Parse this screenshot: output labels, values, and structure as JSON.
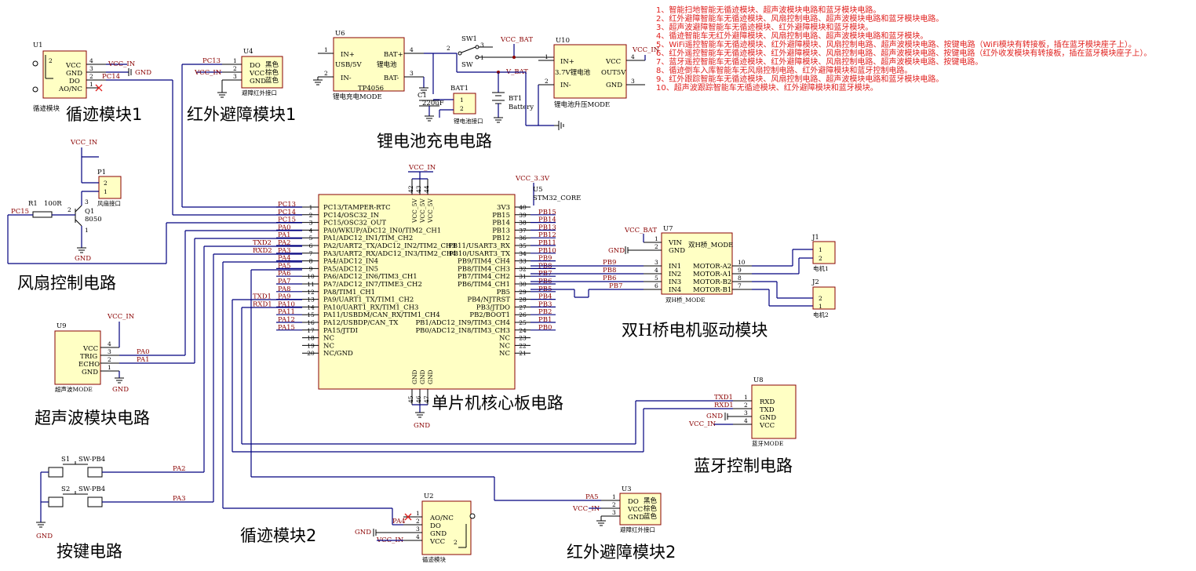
{
  "notes": [
    "1、智能扫地智能无循迹模块、超声波模块电路和蓝牙模块电路。",
    "2、红外避障智能车无循迹模块、风扇控制电路、超声波模块电路和蓝牙模块电路。",
    "3、超声波避障智能车无循迹模块、红外避障模块和蓝牙模块。",
    "4、循迹智能车无红外避障模块、风扇控制电路、超声波模块电路和蓝牙模块。",
    "5、WiFi遥控智能车无循迹模块、红外避障模块、风扇控制电路、超声波模块电路、按键电路（WiFi模块有转接板，插在蓝牙模块座子上）。",
    "6、红外遥控智能车无循迹模块、红外避障模块、风扇控制电路、超声波模块电路、按键电路（红外收发模块有转接板，插在蓝牙模块座子上）。",
    "7、蓝牙遥控智能车无循迹模块、红外避障模块、风扇控制电路、超声波模块电路、按键电路。",
    "8、循迹倒车入库智能车无风扇控制电路、红外避障模块和蓝牙控制电路。",
    "9、红外跟踪智能车无循迹模块、风扇控制电路、超声波模块电路和蓝牙模块电路。",
    "10、超声波跟踪智能车无循迹模块、红外避障模块和蓝牙模块。"
  ],
  "sections": {
    "track1": "循迹模块1",
    "ir1": "红外避障模块1",
    "charge": "锂电池充电电路",
    "fan": "风扇控制电路",
    "ultra": "超声波模块电路",
    "mcu": "单片机核心板电路",
    "hbridge_pre": "双",
    "hbridge_h": "H",
    "hbridge_post": "桥电机驱动模块",
    "bt": "蓝牙控制电路",
    "keys": "按键电路",
    "track2": "循迹模块2",
    "ir2": "红外避障模块2"
  },
  "u1": {
    "ref": "U1",
    "desc": "循迹模块",
    "pins": [
      "VCC",
      "GND",
      "DO",
      "AO/NC"
    ],
    "nums": [
      "4",
      "3",
      "2",
      "1"
    ],
    "inner_pin": "2",
    "nets": {
      "vcc": "VCC_IN",
      "gnd": "GND",
      "do": "PC14"
    }
  },
  "u4": {
    "ref": "U4",
    "desc": "避障红外接口",
    "pins": [
      "DO",
      "VCC",
      "GND"
    ],
    "colors": [
      "黑色",
      "棕色",
      "蓝色"
    ],
    "nums": [
      "1",
      "2",
      "3"
    ],
    "nets": {
      "do": "PC13",
      "vcc": "VCC_IN"
    }
  },
  "u6": {
    "ref": "U6",
    "desc": "锂电充电MODE",
    "chip": "TP4056",
    "left": [
      "IN+",
      "USB/5V",
      "IN-"
    ],
    "right": [
      "BAT+",
      "锂电池",
      "BAT-"
    ],
    "nums": [
      "1",
      "2",
      "4",
      "3"
    ]
  },
  "sw1": {
    "ref": "SW1",
    "label": "SW",
    "nums": [
      "3",
      "2",
      "1"
    ],
    "net": "VCC_BAT"
  },
  "c1": {
    "ref": "C1",
    "value": "220uF"
  },
  "bat1": {
    "ref": "BAT1",
    "desc": "锂电池接口",
    "nums": [
      "1",
      "2"
    ]
  },
  "bt1": {
    "ref": "BT1",
    "desc": "Battery",
    "net": "V_BAT"
  },
  "u10": {
    "ref": "U10",
    "desc": "锂电池升压MODE",
    "left": [
      "IN+",
      "3.7V锂电池",
      "IN-"
    ],
    "right": [
      "VCC",
      "OUT5V",
      "GND"
    ],
    "nums": [
      "1",
      "2",
      "4",
      "3"
    ],
    "net": "VCC_IN"
  },
  "fan": {
    "p1_ref": "P1",
    "p1_desc": "风扇接口",
    "p1_nums": [
      "2",
      "1"
    ],
    "r1_ref": "R1",
    "r1_val": "100R",
    "q1_ref": "Q1",
    "q1_part": "8050",
    "q1_nums": [
      "3",
      "2",
      "1"
    ],
    "vcc": "VCC_IN",
    "gnd": "GND",
    "net": "PC15"
  },
  "u5": {
    "ref": "U5",
    "part": "STM32_CORE",
    "vcc_net": "VCC_IN",
    "vcc33": "VCC_3.3V",
    "top_pins": [
      "VCC_5V",
      "VCC_5V",
      "VCC_5V"
    ],
    "top_nums": [
      "42",
      "43",
      "44"
    ],
    "bot_pins": [
      "GND",
      "GND",
      "GND"
    ],
    "bot_nums": [
      "45",
      "46",
      "47"
    ],
    "gnd": "GND",
    "left": [
      {
        "n": "1",
        "t": "PC13/TAMPER-RTC",
        "net": "PC13"
      },
      {
        "n": "2",
        "t": "PC14/OSC32_IN",
        "net": "PC14"
      },
      {
        "n": "3",
        "t": "PC15/OSC32_OUT",
        "net": "PC15"
      },
      {
        "n": "4",
        "t": "PA0/WKUP/ADC12_IN0/TIM2_CH1",
        "net": "PA0"
      },
      {
        "n": "5",
        "t": "PA1/ADC12_IN1/TIM_CH2",
        "net": "PA1"
      },
      {
        "n": "6",
        "t": "PA2/UART2_TX/ADC12_IN2/TIM2_CH3",
        "net": "PA2",
        "alt": "TXD2"
      },
      {
        "n": "7",
        "t": "PA3/UART2_RX/ADC12_IN3/TIM2_CH4",
        "net": "PA3",
        "alt": "RXD2"
      },
      {
        "n": "8",
        "t": "PA4/ADC12_IN4",
        "net": "PA4"
      },
      {
        "n": "9",
        "t": "PA5/ADC12_IN5",
        "net": "PA5"
      },
      {
        "n": "10",
        "t": "PA6/ADC12_IN6/TIM3_CH1",
        "net": "PA6"
      },
      {
        "n": "11",
        "t": "PA7/ADC12_IN7/TIME3_CH2",
        "net": "PA7"
      },
      {
        "n": "12",
        "t": "PA8/TIM1_CH1",
        "net": "PA8"
      },
      {
        "n": "13",
        "t": "PA9/UART1_TX/TIM1_CH2",
        "net": "PA9",
        "alt": "TXD1"
      },
      {
        "n": "14",
        "t": "PA10/UART1_RX/TIM1_CH3",
        "net": "PA10",
        "alt": "RXD1"
      },
      {
        "n": "15",
        "t": "PA11/USBDM/CAN_RX/TIM1_CH4",
        "net": "PA11"
      },
      {
        "n": "16",
        "t": "PA12/USBDP/CAN_TX",
        "net": "PA12"
      },
      {
        "n": "17",
        "t": "PA15/JTDI",
        "net": "PA15"
      },
      {
        "n": "18",
        "t": "NC",
        "net": ""
      },
      {
        "n": "19",
        "t": "NC",
        "net": ""
      },
      {
        "n": "20",
        "t": "NC/GND",
        "net": ""
      }
    ],
    "right": [
      {
        "n": "40",
        "t": "3V3",
        "net": ""
      },
      {
        "n": "39",
        "t": "PB15",
        "net": "PB15"
      },
      {
        "n": "38",
        "t": "PB14",
        "net": "PB14"
      },
      {
        "n": "37",
        "t": "PB13",
        "net": "PB13"
      },
      {
        "n": "36",
        "t": "PB12",
        "net": "PB12"
      },
      {
        "n": "35",
        "t": "PB11/USART3_RX",
        "net": "PB11"
      },
      {
        "n": "34",
        "t": "PB10/USART3_TX",
        "net": "PB10"
      },
      {
        "n": "33",
        "t": "PB9/TIM4_CH4",
        "net": "PB9"
      },
      {
        "n": "32",
        "t": "PB8/TIM4_CH3",
        "net": "PB8"
      },
      {
        "n": "31",
        "t": "PB7/TIM4_CH2",
        "net": "PB7"
      },
      {
        "n": "30",
        "t": "PB6/TIM4_CH1",
        "net": "PB6"
      },
      {
        "n": "29",
        "t": "PB5",
        "net": "PB5"
      },
      {
        "n": "28",
        "t": "PB4/NJTRST",
        "net": "PB4"
      },
      {
        "n": "27",
        "t": "PB3/JTDO",
        "net": "PB3"
      },
      {
        "n": "26",
        "t": "PB2/BOOT1",
        "net": "PB2"
      },
      {
        "n": "25",
        "t": "PB1/ADC12_IN9/TIM3_CH4",
        "net": "PB1"
      },
      {
        "n": "24",
        "t": "PB0/ADC12_IN8/TIM3_CH3",
        "net": "PB0"
      },
      {
        "n": "23",
        "t": "NC",
        "net": ""
      },
      {
        "n": "22",
        "t": "NC",
        "net": ""
      },
      {
        "n": "21",
        "t": "NC",
        "net": ""
      }
    ]
  },
  "u7": {
    "ref": "U7",
    "desc": "双H桥_MODE",
    "title": "双H桥_MODE",
    "left": [
      "VIN",
      "GND",
      "IN1",
      "IN2",
      "IN3",
      "IN4"
    ],
    "lnums": [
      "1",
      "2",
      "3",
      "4",
      "5",
      "6"
    ],
    "right": [
      "MOTOR-A2",
      "MOTOR-A1",
      "MOTOR-B2",
      "MOTOR-B1"
    ],
    "rnums": [
      "10",
      "9",
      "8",
      "7"
    ],
    "nets": [
      "VCC_BAT",
      "GND",
      "PB9",
      "PB8",
      "PB6",
      "PB7"
    ]
  },
  "j1": {
    "ref": "J1",
    "desc": "电机1",
    "nums": [
      "1",
      "2"
    ]
  },
  "j2": {
    "ref": "J2",
    "desc": "电机2",
    "nums": [
      "2",
      "1"
    ]
  },
  "u9": {
    "ref": "U9",
    "desc": "超声波MODE",
    "pins": [
      "VCC",
      "TRIG",
      "ECHO",
      "GND"
    ],
    "nums": [
      "4",
      "3",
      "2",
      "1"
    ],
    "vcc": "VCC_IN",
    "gnd": "GND",
    "nets": [
      "PA0",
      "PA1"
    ]
  },
  "u8": {
    "ref": "U8",
    "desc": "蓝牙MODE",
    "pins": [
      "RXD",
      "TXD",
      "GND",
      "VCC"
    ],
    "nums": [
      "1",
      "2",
      "3",
      "4"
    ],
    "nets": [
      "TXD1",
      "RXD1",
      "GND",
      "VCC_IN"
    ]
  },
  "keys": {
    "s1": "S1",
    "s2": "S2",
    "part": "SW-PB4",
    "nets": [
      "PA2",
      "PA3"
    ],
    "gnd": "GND"
  },
  "u2": {
    "ref": "U2",
    "desc": "循迹模块",
    "pins": [
      "AO/NC",
      "DO",
      "GND",
      "VCC"
    ],
    "nums": [
      "1",
      "2",
      "3",
      "4"
    ],
    "inner_pin": "2",
    "nets": {
      "do": "PA4",
      "gnd": "GND",
      "vcc": "VCC_IN"
    }
  },
  "u3": {
    "ref": "U3",
    "desc": "避障红外接口",
    "pins": [
      "DO",
      "VCC",
      "GND"
    ],
    "colors": [
      "黑色",
      "棕色",
      "蓝色"
    ],
    "nums": [
      "1",
      "2",
      "3"
    ],
    "nets": {
      "do": "PA5",
      "vcc": "VCC_IN"
    }
  }
}
